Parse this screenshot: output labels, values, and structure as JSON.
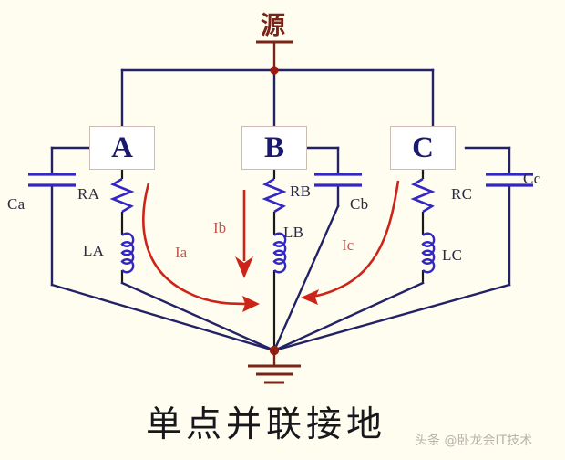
{
  "meta": {
    "title_cn": "单点并联接地",
    "watermark": "头条 @卧龙会IT技术",
    "background_color": "#fefdf0"
  },
  "colors": {
    "wire": "#232266",
    "component": "#3327c4",
    "current": "#cc2418",
    "current_label": "#c4584f",
    "ground": "#7a2418",
    "node_dot": "#9e1b10",
    "box_text": "#1a1a6e",
    "box_border": "#cbbdb4",
    "label_text": "#2a2a40"
  },
  "source": {
    "label": "源",
    "terminal_icon": "source-terminal-icon"
  },
  "blocks": [
    {
      "id": "a",
      "label": "A"
    },
    {
      "id": "b",
      "label": "B"
    },
    {
      "id": "c",
      "label": "C"
    }
  ],
  "components": {
    "resistors": [
      {
        "id": "ra",
        "label": "RA",
        "icon": "resistor-icon"
      },
      {
        "id": "rb",
        "label": "RB",
        "icon": "resistor-icon"
      },
      {
        "id": "rc",
        "label": "RC",
        "icon": "resistor-icon"
      }
    ],
    "inductors": [
      {
        "id": "la",
        "label": "LA",
        "icon": "inductor-icon"
      },
      {
        "id": "lb",
        "label": "LB",
        "icon": "inductor-icon"
      },
      {
        "id": "lc",
        "label": "LC",
        "icon": "inductor-icon"
      }
    ],
    "capacitors": [
      {
        "id": "ca",
        "label": "Ca",
        "icon": "capacitor-icon"
      },
      {
        "id": "cb",
        "label": "Cb",
        "icon": "capacitor-icon"
      },
      {
        "id": "cc",
        "label": "Cc",
        "icon": "capacitor-icon"
      }
    ]
  },
  "currents": [
    {
      "id": "ia",
      "label": "Ia",
      "shape": "curved-arrow-down-right"
    },
    {
      "id": "ib",
      "label": "Ib",
      "shape": "straight-arrow-down"
    },
    {
      "id": "ic",
      "label": "Ic",
      "shape": "curved-arrow-down-left"
    }
  ],
  "ground": {
    "icon": "ground-symbol-icon",
    "node_icon": "junction-node-icon"
  }
}
